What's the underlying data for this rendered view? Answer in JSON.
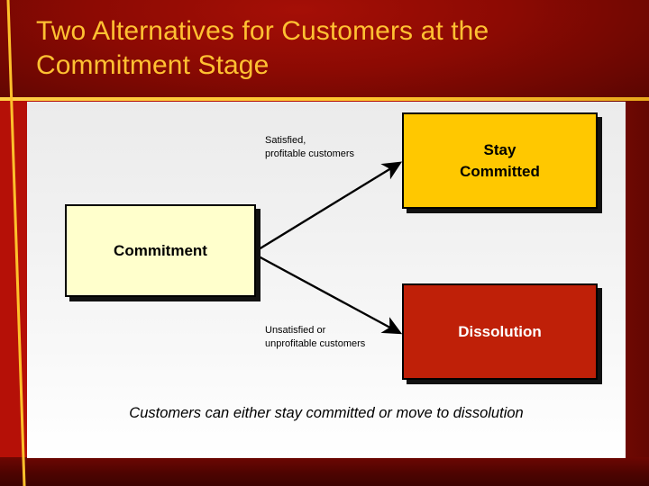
{
  "slide": {
    "title": "Two Alternatives for Customers at the\nCommitment Stage",
    "caption": "Customers can either stay committed or move to dissolution"
  },
  "diagram": {
    "nodes": [
      {
        "id": "commitment",
        "label": "Commitment",
        "fill": "#ffffcc",
        "text_color": "#000000"
      },
      {
        "id": "stay",
        "label": "Stay\nCommitted",
        "fill": "#ffc800",
        "text_color": "#000000"
      },
      {
        "id": "dissolution",
        "label": "Dissolution",
        "fill": "#bf2008",
        "text_color": "#ffffff"
      }
    ],
    "edges": [
      {
        "from": "commitment",
        "to": "stay",
        "label": "Satisfied,\nprofitable customers"
      },
      {
        "from": "commitment",
        "to": "dissolution",
        "label": "Unsatisfied or\nunprofitable customers"
      }
    ]
  },
  "theme": {
    "title_color": "#ffc132",
    "band_red": "#8c0a03",
    "accent_gold": "#ffc72e",
    "body_red": "#b51007"
  }
}
